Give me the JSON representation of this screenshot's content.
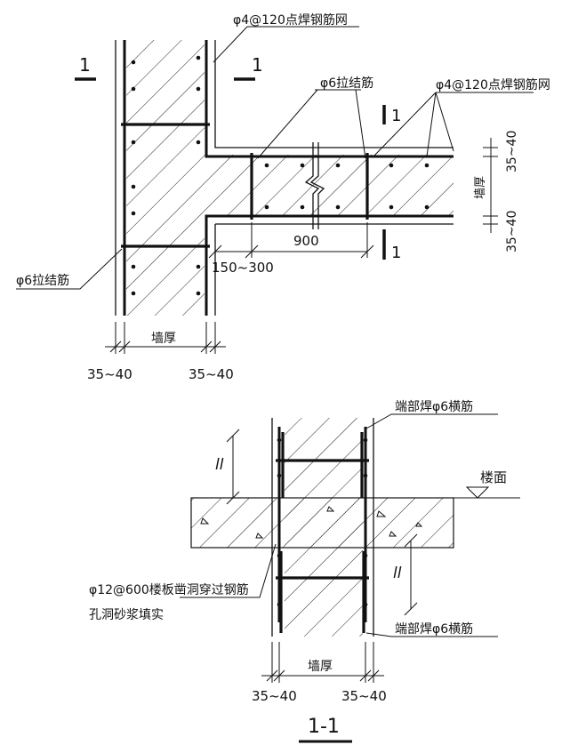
{
  "plan": {
    "mesh_label_top": "φ4@120点焊钢筋网",
    "mesh_label_right": "φ4@120点焊钢筋网",
    "tie_label_top": "φ6拉结筋",
    "tie_label_left": "φ6拉结筋",
    "section_mark": "1",
    "dim_900": "900",
    "dim_150_300": "150~300",
    "dim_wall_thickness": "墙厚",
    "dim_cover": "35~40"
  },
  "section": {
    "end_weld_label": "端部焊φ6横筋",
    "floor_label": "楼面",
    "lap_label": "ll",
    "rebar_label": "φ12@600楼板凿洞穿过钢筋",
    "mortar_label": "孔洞砂浆填实",
    "dim_wall_thickness": "墙厚",
    "dim_cover": "35~40",
    "title": "1-1"
  },
  "colors": {
    "ink": "#111111",
    "background": "#ffffff"
  }
}
